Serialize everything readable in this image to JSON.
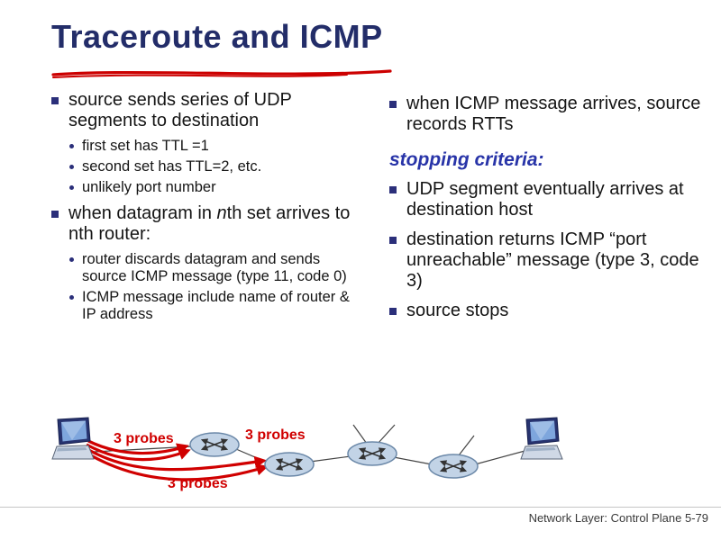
{
  "title": "Traceroute and ICMP",
  "footer": "Network Layer: Control Plane 5-79",
  "left": {
    "b1": "source sends series of UDP segments to destination",
    "s1": "first set has TTL =1",
    "s2": "second set has TTL=2, etc.",
    "s3": "unlikely port number",
    "b2_pre": "when datagram in ",
    "b2_em": "n",
    "b2_post": "th set arrives to nth router:",
    "s4": "router discards datagram and sends source ICMP message (type 11, code 0)",
    "s5": "ICMP message include name of router & IP address"
  },
  "right": {
    "b1": "when ICMP message arrives, source records RTTs",
    "heading": "stopping criteria:",
    "b2": "UDP segment eventually arrives at destination host",
    "b3": "destination returns ICMP “port unreachable” message (type 3, code 3)",
    "b4": "source stops"
  },
  "diagram": {
    "probe_label_1": "3 probes",
    "probe_label_2": "3 probes",
    "probe_label_3": "3 probes"
  },
  "colors": {
    "title_navy": "#232d69",
    "bullet_navy": "#2b2f7a",
    "criteria_blue": "#2834a8",
    "probe_red": "#d00000"
  }
}
